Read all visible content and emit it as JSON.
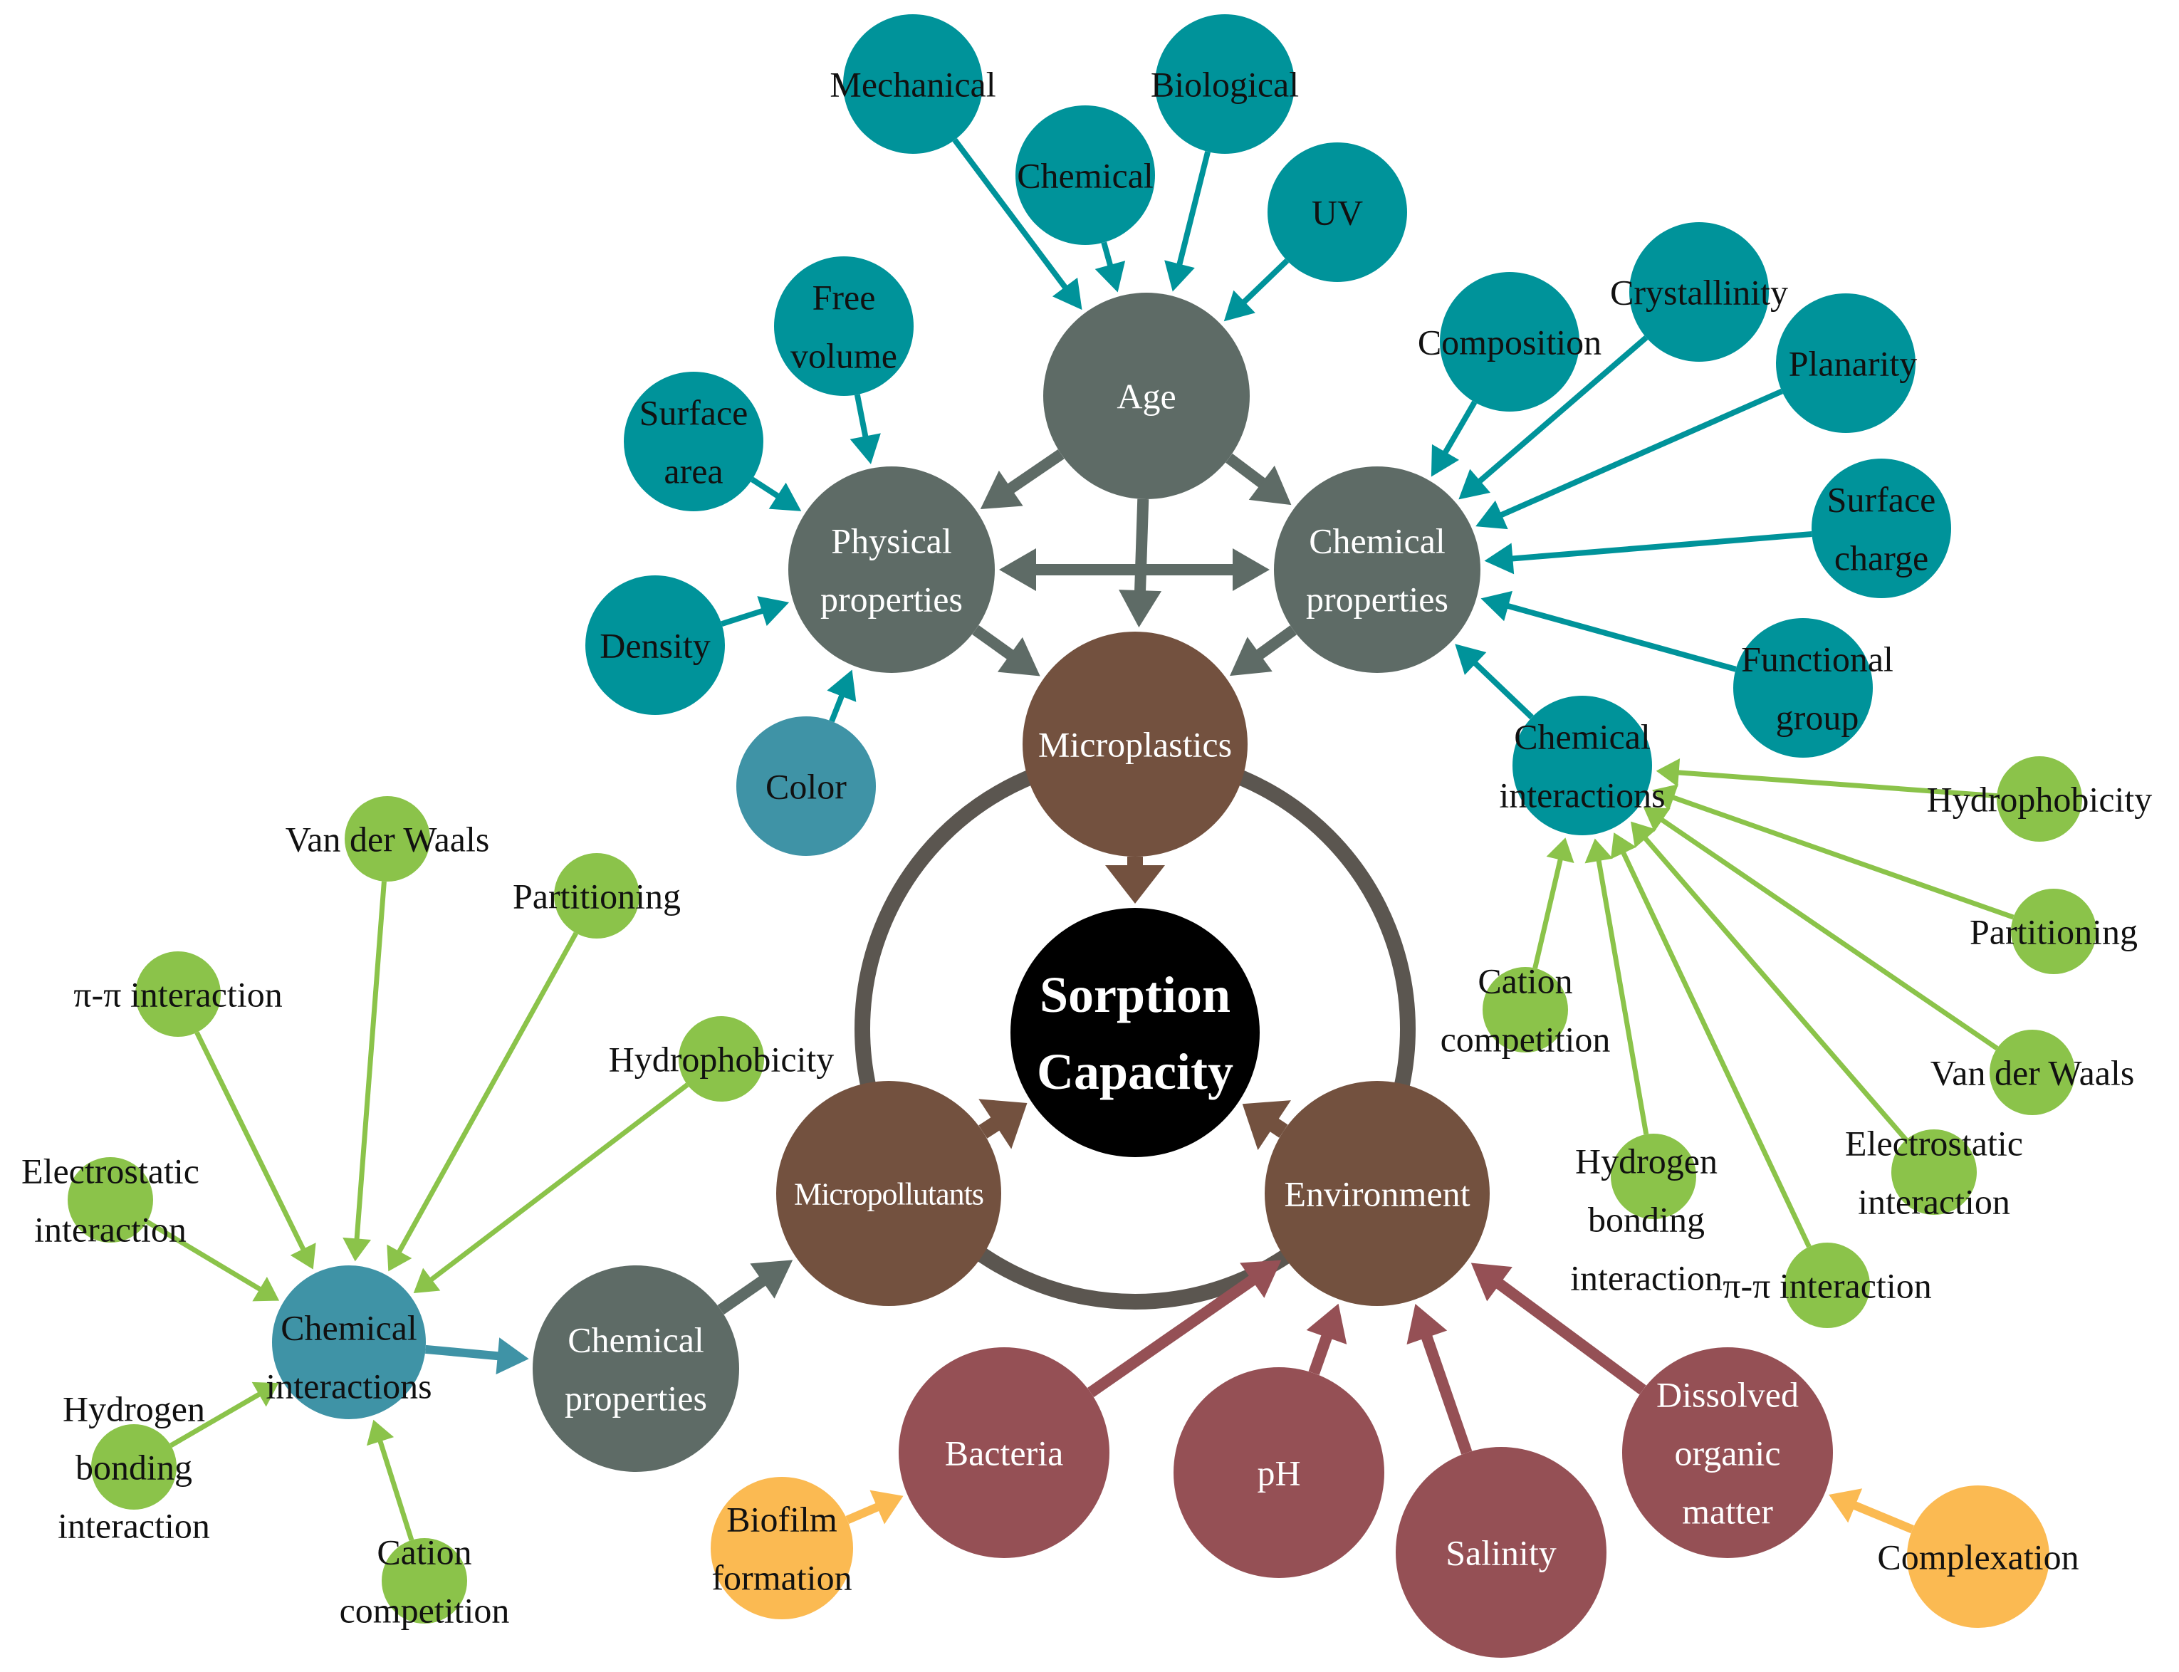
{
  "colors": {
    "teal": "#00939a",
    "blue": "#3f93a6",
    "gray": "#5e6b66",
    "brown": "#73513f",
    "maroon": "#955055",
    "green": "#8bc34a",
    "yellow": "#fbba52",
    "black": "#000000",
    "ring": "#5b5650"
  },
  "nodes": [
    {
      "id": "mechanical",
      "lines": [
        "Mechanical"
      ],
      "color": "teal",
      "textcolor": "dark"
    },
    {
      "id": "chemical-aging",
      "lines": [
        "Chemical"
      ],
      "color": "teal",
      "textcolor": "dark"
    },
    {
      "id": "biological",
      "lines": [
        "Biological"
      ],
      "color": "teal",
      "textcolor": "dark"
    },
    {
      "id": "uv",
      "lines": [
        "UV"
      ],
      "color": "teal",
      "textcolor": "dark"
    },
    {
      "id": "free-volume",
      "lines": [
        "Free",
        "volume"
      ],
      "color": "teal",
      "textcolor": "dark"
    },
    {
      "id": "surface-area",
      "lines": [
        "Surface",
        "area"
      ],
      "color": "teal",
      "textcolor": "dark"
    },
    {
      "id": "density",
      "lines": [
        "Density"
      ],
      "color": "teal",
      "textcolor": "dark"
    },
    {
      "id": "color",
      "lines": [
        "Color"
      ],
      "color": "blue",
      "textcolor": "dark"
    },
    {
      "id": "composition",
      "lines": [
        "Composition"
      ],
      "color": "teal",
      "textcolor": "dark"
    },
    {
      "id": "crystallinity",
      "lines": [
        "Crystallinity"
      ],
      "color": "teal",
      "textcolor": "dark"
    },
    {
      "id": "planarity",
      "lines": [
        "Planarity"
      ],
      "color": "teal",
      "textcolor": "dark"
    },
    {
      "id": "surface-charge",
      "lines": [
        "Surface",
        "charge"
      ],
      "color": "teal",
      "textcolor": "dark"
    },
    {
      "id": "functional-group",
      "lines": [
        "Functional",
        "group"
      ],
      "color": "teal",
      "textcolor": "dark"
    },
    {
      "id": "age",
      "lines": [
        "Age"
      ],
      "color": "gray",
      "textcolor": "light"
    },
    {
      "id": "physical-properties",
      "lines": [
        "Physical",
        "properties"
      ],
      "color": "gray",
      "textcolor": "light"
    },
    {
      "id": "chemical-properties-mp",
      "lines": [
        "Chemical",
        "properties"
      ],
      "color": "gray",
      "textcolor": "light"
    },
    {
      "id": "chemical-properties-pol",
      "lines": [
        "Chemical",
        "properties"
      ],
      "color": "gray",
      "textcolor": "light"
    },
    {
      "id": "microplastics",
      "lines": [
        "Microplastics"
      ],
      "color": "brown",
      "textcolor": "light"
    },
    {
      "id": "micropollutants",
      "lines": [
        "Micropollutants"
      ],
      "color": "brown",
      "textcolor": "light",
      "style": "tight"
    },
    {
      "id": "environment",
      "lines": [
        "Environment"
      ],
      "color": "brown",
      "textcolor": "light"
    },
    {
      "id": "sorption-capacity",
      "lines": [
        "Sorption",
        "Capacity"
      ],
      "color": "black",
      "textcolor": "light",
      "style": "core"
    },
    {
      "id": "chemical-interactions-right",
      "lines": [
        "Chemical",
        "interactions"
      ],
      "color": "teal",
      "textcolor": "dark"
    },
    {
      "id": "hydrophobicity-right",
      "lines": [
        "Hydrophobicity"
      ],
      "color": "green",
      "textcolor": "dark"
    },
    {
      "id": "partitioning-right",
      "lines": [
        "Partitioning"
      ],
      "color": "green",
      "textcolor": "dark"
    },
    {
      "id": "van-der-waals-right",
      "lines": [
        "Van der Waals"
      ],
      "color": "green",
      "textcolor": "dark"
    },
    {
      "id": "electrostatic-right",
      "lines": [
        "Electrostatic",
        "interaction"
      ],
      "color": "green",
      "textcolor": "dark"
    },
    {
      "id": "pi-pi-right",
      "lines": [
        "π-π interaction"
      ],
      "color": "green",
      "textcolor": "dark"
    },
    {
      "id": "hydrogen-bonding-right",
      "lines": [
        "Hydrogen",
        "bonding",
        "interaction"
      ],
      "color": "green",
      "textcolor": "dark"
    },
    {
      "id": "cation-competition-right",
      "lines": [
        "Cation",
        "competition"
      ],
      "color": "green",
      "textcolor": "dark"
    },
    {
      "id": "chemical-interactions-left",
      "lines": [
        "Chemical",
        "interactions"
      ],
      "color": "blue",
      "textcolor": "dark"
    },
    {
      "id": "van-der-waals-left",
      "lines": [
        "Van der Waals"
      ],
      "color": "green",
      "textcolor": "dark"
    },
    {
      "id": "partitioning-left",
      "lines": [
        "Partitioning"
      ],
      "color": "green",
      "textcolor": "dark"
    },
    {
      "id": "pi-pi-left",
      "lines": [
        "π-π interaction"
      ],
      "color": "green",
      "textcolor": "dark"
    },
    {
      "id": "hydrophobicity-left",
      "lines": [
        "Hydrophobicity"
      ],
      "color": "green",
      "textcolor": "dark"
    },
    {
      "id": "electrostatic-left",
      "lines": [
        "Electrostatic",
        "interaction"
      ],
      "color": "green",
      "textcolor": "dark"
    },
    {
      "id": "hydrogen-bonding-left",
      "lines": [
        "Hydrogen",
        "bonding",
        "interaction"
      ],
      "color": "green",
      "textcolor": "dark"
    },
    {
      "id": "cation-competition-left",
      "lines": [
        "Cation",
        "competition"
      ],
      "color": "green",
      "textcolor": "dark"
    },
    {
      "id": "bacteria",
      "lines": [
        "Bacteria"
      ],
      "color": "maroon",
      "textcolor": "light"
    },
    {
      "id": "ph",
      "lines": [
        "pH"
      ],
      "color": "maroon",
      "textcolor": "light"
    },
    {
      "id": "salinity",
      "lines": [
        "Salinity"
      ],
      "color": "maroon",
      "textcolor": "light"
    },
    {
      "id": "dissolved-organic-matter",
      "lines": [
        "Dissolved",
        "organic",
        "matter"
      ],
      "color": "maroon",
      "textcolor": "light"
    },
    {
      "id": "biofilm-formation",
      "lines": [
        "Biofilm",
        "formation"
      ],
      "color": "yellow",
      "textcolor": "dark"
    },
    {
      "id": "complexation",
      "lines": [
        "Complexation"
      ],
      "color": "yellow",
      "textcolor": "dark"
    }
  ],
  "edges": [
    {
      "from": "mechanical",
      "to": "age",
      "color": "teal"
    },
    {
      "from": "chemical-aging",
      "to": "age",
      "color": "teal"
    },
    {
      "from": "biological",
      "to": "age",
      "color": "teal"
    },
    {
      "from": "uv",
      "to": "age",
      "color": "teal"
    },
    {
      "from": "free-volume",
      "to": "physical-properties",
      "color": "teal"
    },
    {
      "from": "surface-area",
      "to": "physical-properties",
      "color": "teal"
    },
    {
      "from": "density",
      "to": "physical-properties",
      "color": "teal"
    },
    {
      "from": "color",
      "to": "physical-properties",
      "color": "teal"
    },
    {
      "from": "composition",
      "to": "chemical-properties-mp",
      "color": "teal"
    },
    {
      "from": "crystallinity",
      "to": "chemical-properties-mp",
      "color": "teal"
    },
    {
      "from": "planarity",
      "to": "chemical-properties-mp",
      "color": "teal"
    },
    {
      "from": "surface-charge",
      "to": "chemical-properties-mp",
      "color": "teal"
    },
    {
      "from": "functional-group",
      "to": "chemical-properties-mp",
      "color": "teal"
    },
    {
      "from": "chemical-interactions-right",
      "to": "chemical-properties-mp",
      "color": "teal"
    },
    {
      "from": "age",
      "to": "physical-properties",
      "color": "gray"
    },
    {
      "from": "age",
      "to": "chemical-properties-mp",
      "color": "gray"
    },
    {
      "from": "age",
      "to": "microplastics",
      "color": "gray"
    },
    {
      "from": "physical-properties",
      "to": "chemical-properties-mp",
      "color": "gray",
      "both": true
    },
    {
      "from": "physical-properties",
      "to": "microplastics",
      "color": "gray"
    },
    {
      "from": "chemical-properties-mp",
      "to": "microplastics",
      "color": "gray"
    },
    {
      "from": "microplastics",
      "to": "sorption-capacity",
      "color": "brown"
    },
    {
      "from": "micropollutants",
      "to": "sorption-capacity",
      "color": "brown"
    },
    {
      "from": "environment",
      "to": "sorption-capacity",
      "color": "brown"
    },
    {
      "from": "chemical-properties-pol",
      "to": "micropollutants",
      "color": "gray"
    },
    {
      "from": "chemical-interactions-left",
      "to": "chemical-properties-pol",
      "color": "blue"
    },
    {
      "from": "hydrophobicity-right",
      "to": "chemical-interactions-right",
      "color": "green"
    },
    {
      "from": "partitioning-right",
      "to": "chemical-interactions-right",
      "color": "green"
    },
    {
      "from": "van-der-waals-right",
      "to": "chemical-interactions-right",
      "color": "green"
    },
    {
      "from": "electrostatic-right",
      "to": "chemical-interactions-right",
      "color": "green"
    },
    {
      "from": "pi-pi-right",
      "to": "chemical-interactions-right",
      "color": "green"
    },
    {
      "from": "hydrogen-bonding-right",
      "to": "chemical-interactions-right",
      "color": "green"
    },
    {
      "from": "cation-competition-right",
      "to": "chemical-interactions-right",
      "color": "green"
    },
    {
      "from": "van-der-waals-left",
      "to": "chemical-interactions-left",
      "color": "green"
    },
    {
      "from": "partitioning-left",
      "to": "chemical-interactions-left",
      "color": "green"
    },
    {
      "from": "pi-pi-left",
      "to": "chemical-interactions-left",
      "color": "green"
    },
    {
      "from": "hydrophobicity-left",
      "to": "chemical-interactions-left",
      "color": "green"
    },
    {
      "from": "electrostatic-left",
      "to": "chemical-interactions-left",
      "color": "green"
    },
    {
      "from": "hydrogen-bonding-left",
      "to": "chemical-interactions-left",
      "color": "green"
    },
    {
      "from": "cation-competition-left",
      "to": "chemical-interactions-left",
      "color": "green"
    },
    {
      "from": "bacteria",
      "to": "environment",
      "color": "maroon"
    },
    {
      "from": "ph",
      "to": "environment",
      "color": "maroon"
    },
    {
      "from": "salinity",
      "to": "environment",
      "color": "maroon"
    },
    {
      "from": "dissolved-organic-matter",
      "to": "environment",
      "color": "maroon"
    },
    {
      "from": "biofilm-formation",
      "to": "bacteria",
      "color": "yellow"
    },
    {
      "from": "complexation",
      "to": "dissolved-organic-matter",
      "color": "yellow"
    }
  ]
}
